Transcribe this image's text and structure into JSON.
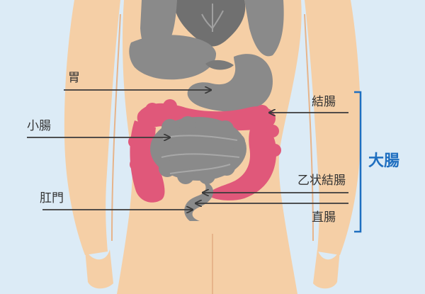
{
  "labels": {
    "stomach": "胃",
    "small_intestine": "小腸",
    "anus": "肛門",
    "colon": "結腸",
    "sigmoid_colon": "乙状結腸",
    "rectum": "直腸",
    "large_intestine": "大腸"
  },
  "colors": {
    "background": "#dcebf6",
    "skin": "#f5cfa6",
    "skin_edge": "#e7b48a",
    "organ_gray": "#8a8a8a",
    "organ_dark": "#6f6f6f",
    "large_intestine": "#e0587a",
    "arrow": "#3a3a3a",
    "bracket": "#1f6fc0",
    "label_text": "#333333",
    "highlight_text": "#1f6fc0"
  }
}
